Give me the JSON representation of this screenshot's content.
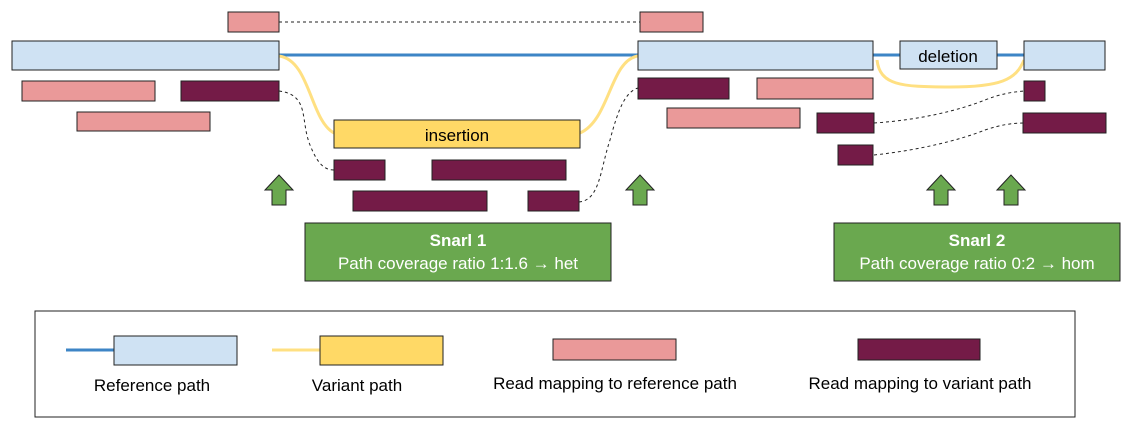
{
  "colors": {
    "reference_fill": "#cfe2f3",
    "reference_line": "#3d85c6",
    "variant_fill": "#ffd966",
    "variant_line": "#ffe082",
    "read_reference": "#ea9999",
    "read_variant": "#741b47",
    "snarl_box": "#6aa84f",
    "arrow": "#6aa84f"
  },
  "nodes": {
    "insertion": "insertion",
    "deletion": "deletion"
  },
  "snarls": [
    {
      "title": "Snarl 1",
      "ratio_text": "Path coverage ratio 1:1.6 → het"
    },
    {
      "title": "Snarl 2",
      "ratio_text": "Path coverage ratio 0:2 → hom"
    }
  ],
  "legend": {
    "reference_path": "Reference path",
    "variant_path": "Variant path",
    "read_reference": "Read mapping to reference path",
    "read_variant": "Read mapping to variant path"
  }
}
